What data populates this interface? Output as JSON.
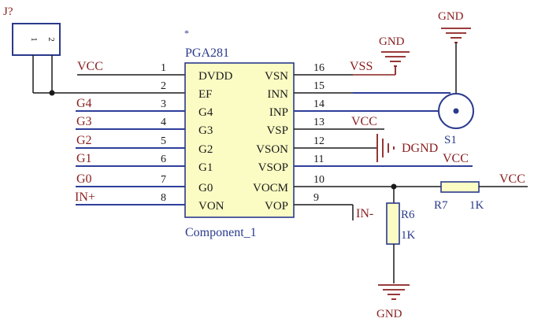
{
  "connector": {
    "ref": "J?",
    "pin1": "1",
    "pin2": "2"
  },
  "chip": {
    "part_number": "PGA281",
    "star": "*",
    "comment": "Component_1",
    "left_pins": [
      {
        "num": "1",
        "name": "DVDD",
        "net": "VCC"
      },
      {
        "num": "2",
        "name": "EF",
        "net": ""
      },
      {
        "num": "3",
        "name": "G4",
        "net": "G4"
      },
      {
        "num": "4",
        "name": "G3",
        "net": "G3"
      },
      {
        "num": "5",
        "name": "G2",
        "net": "G2"
      },
      {
        "num": "6",
        "name": "G1",
        "net": "G1"
      },
      {
        "num": "7",
        "name": "G0",
        "net": "G0"
      },
      {
        "num": "8",
        "name": "VON",
        "net": "IN+"
      }
    ],
    "right_pins": [
      {
        "num": "16",
        "name": "VSN"
      },
      {
        "num": "15",
        "name": "INN"
      },
      {
        "num": "14",
        "name": "INP"
      },
      {
        "num": "13",
        "name": "VSP"
      },
      {
        "num": "12",
        "name": "VSON"
      },
      {
        "num": "11",
        "name": "VSOP"
      },
      {
        "num": "10",
        "name": "VOCM"
      },
      {
        "num": "9",
        "name": "VOP"
      }
    ]
  },
  "nets": {
    "vss": "VSS",
    "vcc_pin13": "VCC",
    "vcc_pin11": "VCC",
    "vcc_r7": "VCC",
    "dgnd": "DGND",
    "in_minus": "IN-"
  },
  "grounds": {
    "top_center": "GND",
    "top_right": "GND",
    "bottom": "GND"
  },
  "source": {
    "ref": "S1"
  },
  "resistors": [
    {
      "ref": "R6",
      "value": "1K"
    },
    {
      "ref": "R7",
      "value": "1K"
    }
  ]
}
